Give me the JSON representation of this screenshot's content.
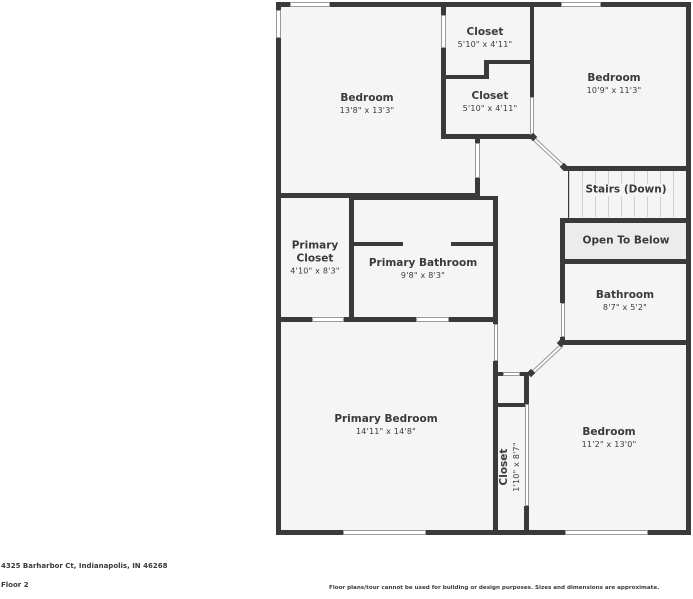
{
  "rooms": [
    {
      "name": "Bedroom",
      "dims": "13'8\" x 13'3\""
    },
    {
      "name": "Closet",
      "dims": "5'10\" x 4'11\""
    },
    {
      "name": "Closet",
      "dims": "5'10\" x 4'11\""
    },
    {
      "name": "Bedroom",
      "dims": "10'9\" x 11'3\""
    },
    {
      "name": "Stairs (Down)",
      "dims": ""
    },
    {
      "name": "Open To Below",
      "dims": ""
    },
    {
      "name": "Primary Closet",
      "name_line1": "Primary",
      "name_line2": "Closet",
      "dims": "4'10\" x 8'3\""
    },
    {
      "name": "Primary Bathroom",
      "dims": "9'8\" x 8'3\""
    },
    {
      "name": "Bathroom",
      "dims": "8'7\" x 5'2\""
    },
    {
      "name": "Primary Bedroom",
      "dims": "14'11\" x 14'8\""
    },
    {
      "name": "Closet",
      "dims": "1'10\" x 8'7\""
    },
    {
      "name": "Bedroom",
      "dims": "11'2\" x 13'0\""
    }
  ],
  "footer": {
    "address": "4325 Barharbor Ct, Indianapolis, IN 46268",
    "floor": "Floor 2",
    "disclaimer": "Floor plans/tour cannot be used for building or design purposes. Sizes and dimensions are approximate."
  },
  "colors": {
    "wall": "#3a3a3a",
    "floor": "#f5f5f5",
    "open_to_below": "#ececec",
    "text": "#3a3a3a"
  }
}
